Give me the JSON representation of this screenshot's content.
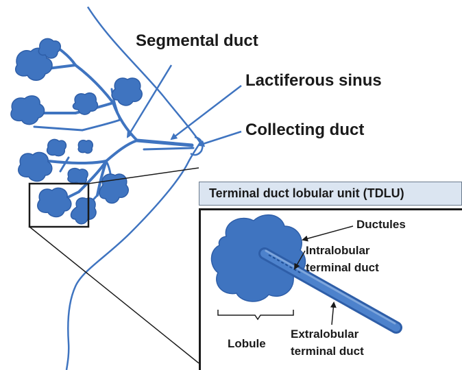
{
  "labels": {
    "segmental_duct": "Segmental duct",
    "lactiferous_sinus": "Lactiferous sinus",
    "collecting_duct": "Collecting duct",
    "tdlu_title": "Terminal duct lobular unit (TDLU)",
    "ductules": "Ductules",
    "intralobular_line1": "Intralobular",
    "intralobular_line2": "terminal duct",
    "lobule": "Lobule",
    "extralobular_line1": "Extralobular",
    "extralobular_line2": "terminal duct"
  },
  "colors": {
    "duct_blue": "#3f74c0",
    "outline_blue": "#2e5ea8",
    "banner_fill": "#dbe5f1",
    "text": "#1a1a1a"
  }
}
